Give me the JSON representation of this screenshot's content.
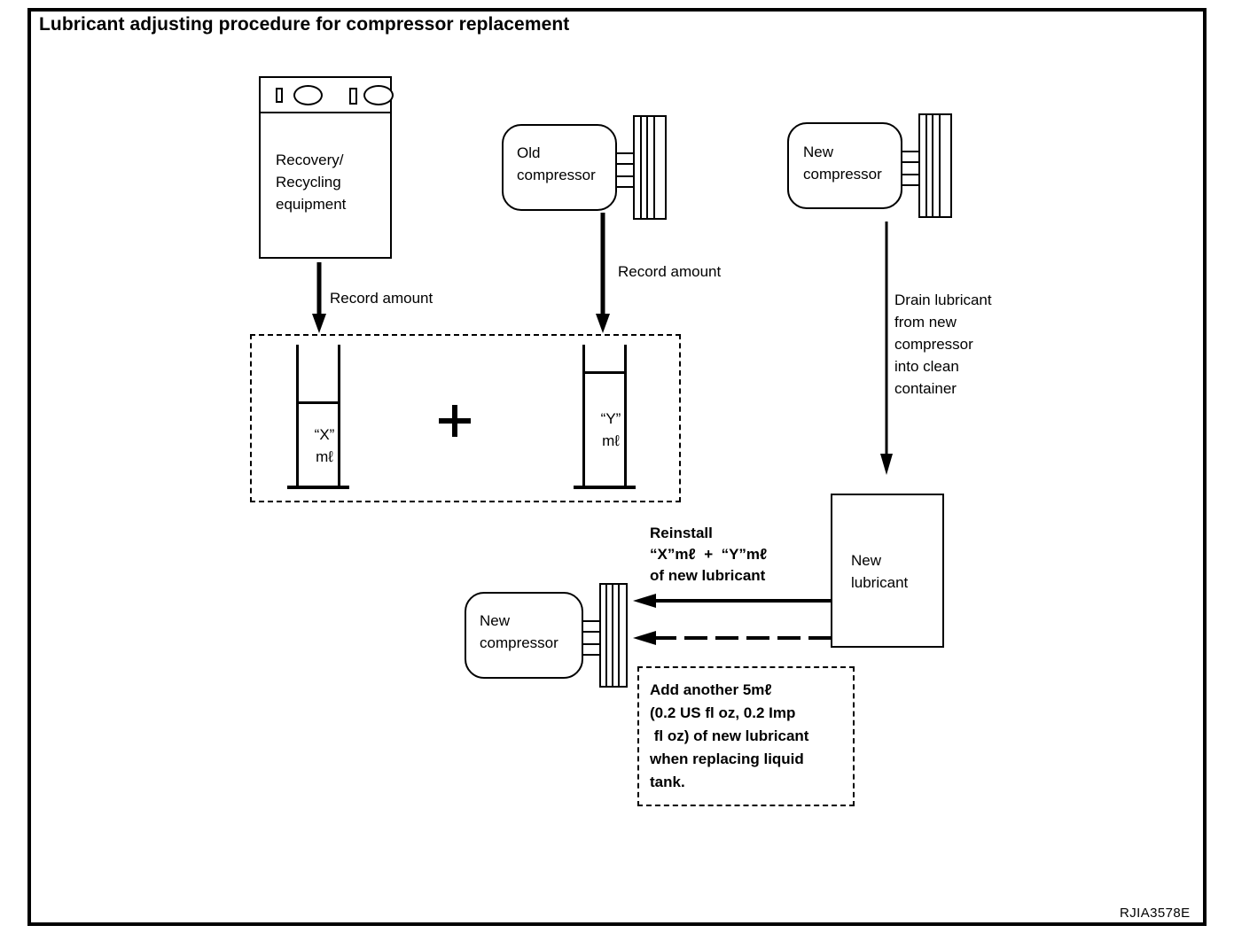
{
  "title": "Lubricant adjusting procedure for compressor replacement",
  "figure_code": "RJIA3578E",
  "nodes": {
    "recovery_equipment": "Recovery/\nRecycling\nequipment",
    "old_compressor": "Old\ncompressor",
    "new_compressor_top": "New\ncompressor",
    "new_compressor_bottom": "New\ncompressor",
    "new_lubricant": "New\nlubricant",
    "cylinder_x_label": "“X”\nmℓ",
    "cylinder_y_label": "“Y”\nmℓ",
    "plus_symbol": "+"
  },
  "labels": {
    "record_amount_left": "Record amount",
    "record_amount_right": "Record amount",
    "drain_instruction": "Drain lubricant\nfrom new\ncompressor\ninto clean\ncontainer",
    "reinstall_instruction": "Reinstall\n“X”mℓ  +  “Y”mℓ\nof new lubricant",
    "note_box": "Add another 5mℓ\n(0.2 US fl oz, 0.2 Imp\n fl oz) of new lubricant\nwhen replacing liquid\ntank."
  },
  "colors": {
    "ink": "#000000",
    "paper": "#ffffff"
  }
}
